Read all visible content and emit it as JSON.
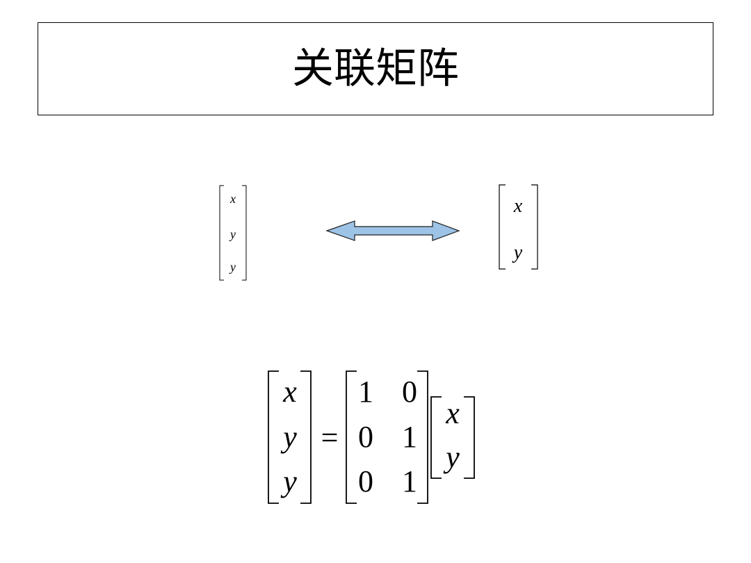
{
  "slide": {
    "title": "关联矩阵"
  },
  "left_vector": {
    "entries": [
      "x",
      "y",
      "y"
    ]
  },
  "right_vector": {
    "entries": [
      "x",
      "y"
    ]
  },
  "colors": {
    "arrow_fill": "#9DC3E6",
    "arrow_stroke": "#1F1F1F"
  },
  "equation": {
    "lhs": [
      "x",
      "y",
      "y"
    ],
    "equals": "=",
    "matrix": [
      [
        "1",
        "0"
      ],
      [
        "0",
        "1"
      ],
      [
        "0",
        "1"
      ]
    ],
    "rhs": [
      "x",
      "y"
    ]
  }
}
